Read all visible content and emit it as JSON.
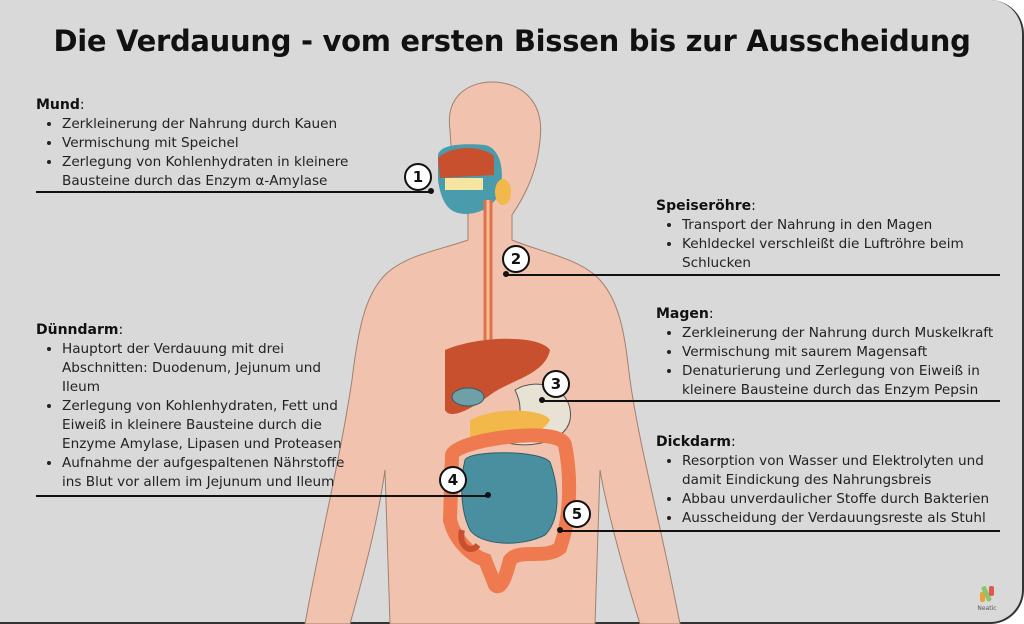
{
  "title": "Die Verdauung - vom ersten Bissen bis zur Ausscheidung",
  "sections": {
    "mund": {
      "heading": "Mund",
      "number": "1",
      "items": [
        "Zerkleinerung der Nahrung durch Kauen",
        "Vermischung mit Speichel",
        "Zerlegung von Kohlenhydraten in kleinere Bausteine durch das Enzym α-Amylase"
      ]
    },
    "speiseroehre": {
      "heading": "Speiseröhre",
      "number": "2",
      "items": [
        "Transport der Nahrung in den Magen",
        "Kehldeckel verschleißt die Luftröhre beim Schlucken"
      ]
    },
    "magen": {
      "heading": "Magen",
      "number": "3",
      "items": [
        "Zerkleinerung der Nahrung durch Muskelkraft",
        "Vermischung mit saurem Magensaft",
        "Denaturierung und Zerlegung von Eiweiß in kleinere Bausteine durch das Enzym Pepsin"
      ]
    },
    "duenndarm": {
      "heading": "Dünndarm",
      "number": "4",
      "items": [
        "Hauptort der Verdauung mit drei Abschnitten: Duodenum, Jejunum und Ileum",
        "Zerlegung von Kohlenhydraten, Fett und Eiweiß in kleinere Bausteine durch die Enzyme Amylase, Lipasen und Proteasen",
        "Aufnahme der aufgespaltenen Nährstoffe ins Blut vor allem im Jejunum und Ileum"
      ]
    },
    "dickdarm": {
      "heading": "Dickdarm",
      "number": "5",
      "items": [
        "Resorption von Wasser und Elektrolyten und damit Eindickung des Nahrungsbreis",
        "Abbau unverdaulicher Stoffe durch Bakterien",
        "Ausscheidung der Verdauungsreste als Stuhl"
      ]
    }
  },
  "logo": {
    "text": "Neatic",
    "colors": [
      "#e9a23b",
      "#8cc56a",
      "#e0584e"
    ]
  },
  "colors": {
    "background": "#d9d9d9",
    "skin": "#f1c3ae",
    "liver": "#c8502e",
    "intestine": "#4a8fa0",
    "colon": "#ef7a4f",
    "pancreas": "#f2b84a"
  }
}
